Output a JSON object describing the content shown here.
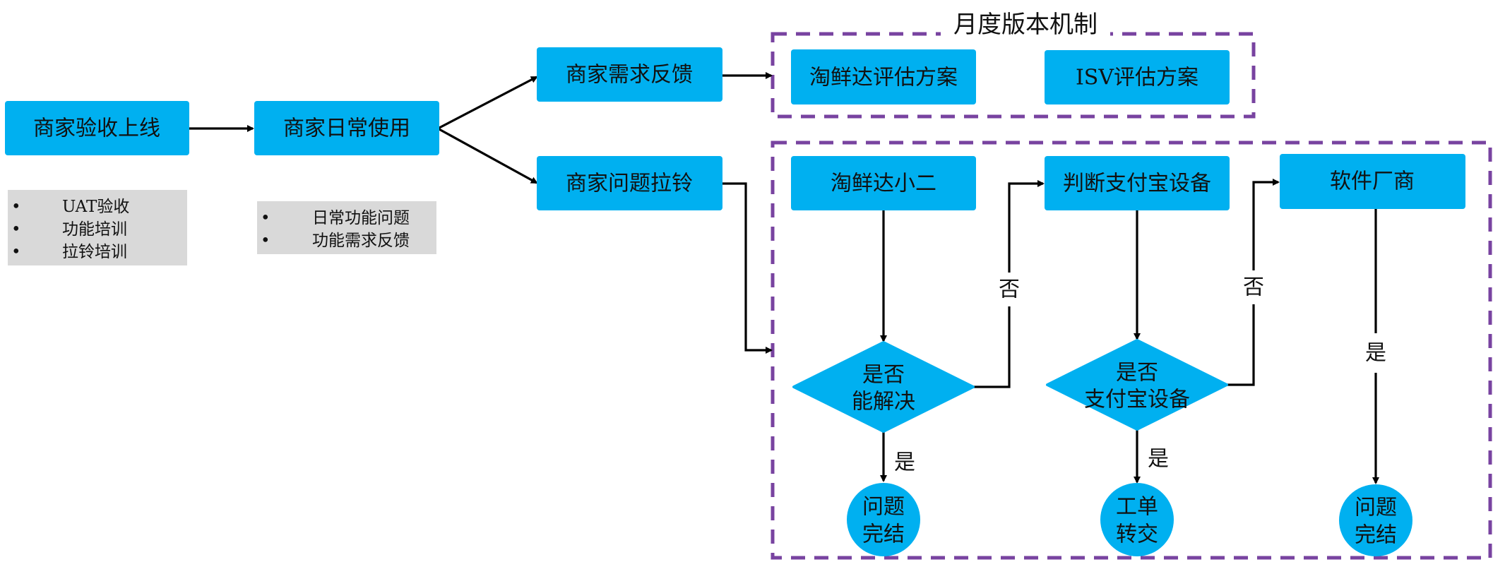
{
  "diagram": {
    "colors": {
      "node_fill": "#00B0F0",
      "note_fill": "#D9D9D9",
      "group_border": "#7843A0",
      "connector": "#000000"
    },
    "groups": {
      "monthly_release": {
        "title": "月度版本机制"
      },
      "issue_handling": {
        "title": ""
      }
    },
    "nodes": {
      "merchant_acceptance": "商家验收上线",
      "merchant_daily_use": "商家日常使用",
      "merchant_demand_feedback": "商家需求反馈",
      "merchant_issue_report": "商家问题拉铃",
      "taoxianda_evaluation": "淘鲜达评估方案",
      "isv_evaluation": "ISV评估方案",
      "taoxianda_staff": "淘鲜达小二",
      "check_alipay_device": "判断支付宝设备",
      "software_vendor": "软件厂商",
      "decision_can_solve": {
        "line1": "是否",
        "line2": "能解决"
      },
      "decision_is_alipay_device": {
        "line1": "是否",
        "line2": "支付宝设备"
      },
      "end_resolved_1": {
        "line1": "问题",
        "line2": "完结"
      },
      "end_ticket_transfer": {
        "line1": "工单",
        "line2": "转交"
      },
      "end_resolved_2": {
        "line1": "问题",
        "line2": "完结"
      }
    },
    "notes": {
      "acceptance_items": [
        "UAT验收",
        "功能培训",
        "拉铃培训"
      ],
      "daily_use_items": [
        "日常功能问题",
        "功能需求反馈"
      ],
      "bullet": "•"
    },
    "edge_labels": {
      "can_solve_no": "否",
      "can_solve_yes": "是",
      "alipay_no": "否",
      "alipay_yes": "是",
      "vendor_yes": "是"
    }
  }
}
